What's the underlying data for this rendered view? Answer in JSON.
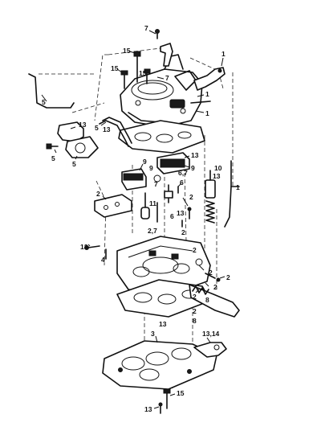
{
  "callouts": {
    "c7_top": "7",
    "c15_a": "15",
    "c1_top": "1",
    "c15_b": "15",
    "c15_c": "15",
    "c7_mid": "7",
    "c1_b": "1",
    "c1_c": "1",
    "c5_rod": "5",
    "c13_a": "13",
    "c5_b": "5",
    "c13_b": "13",
    "c5_c": "5",
    "c5_d": "5",
    "c13_c": "13",
    "c9_a": "9",
    "c9_b": "9",
    "c9_c": "9",
    "c7_c": "7",
    "c67": "6,7",
    "c10": "10",
    "c13_d": "13",
    "c6": "6",
    "c1_rod": "1",
    "c2_gasket": "2",
    "c11": "11",
    "c2_d": "2",
    "c13_e": "13",
    "c6_b": "6",
    "c27": "2,7",
    "c2_e": "2",
    "c4": "4",
    "c13_f": "13",
    "c2_f": "2",
    "c2_g": "2",
    "c2_h": "2",
    "c2_i": "2",
    "c2_j": "2",
    "c8_a": "8",
    "c2_k": "2",
    "c8_b": "8",
    "c13_g": "13",
    "c3": "3",
    "c1314": "13,14",
    "c15_d": "15",
    "c13_h": "13"
  }
}
